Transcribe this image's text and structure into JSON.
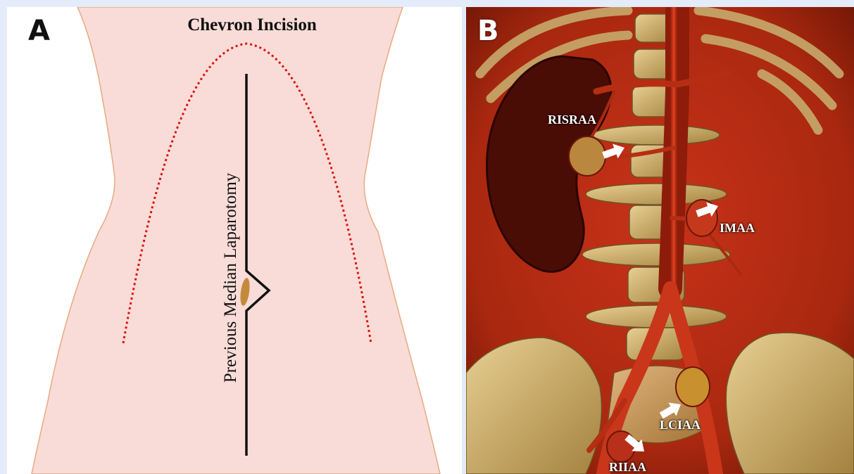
{
  "panel_a": {
    "letter": "A",
    "title": "Chevron Incision",
    "vertical_label": "Previous Median Laparotomy",
    "colors": {
      "skin": "#f9dcd7",
      "outline": "#e8a982",
      "incision": "#dd1111",
      "scar": "#111111",
      "umbilicus": "#c48a3c"
    }
  },
  "panel_b": {
    "letter": "B",
    "labels": [
      "RISRAA",
      "IMAA",
      "LCIAA",
      "RIIAA"
    ],
    "colors": {
      "background": "#9c2410",
      "vessel": "#d2351c",
      "bone": "#d3b579",
      "arrow": "#ffffff"
    }
  }
}
